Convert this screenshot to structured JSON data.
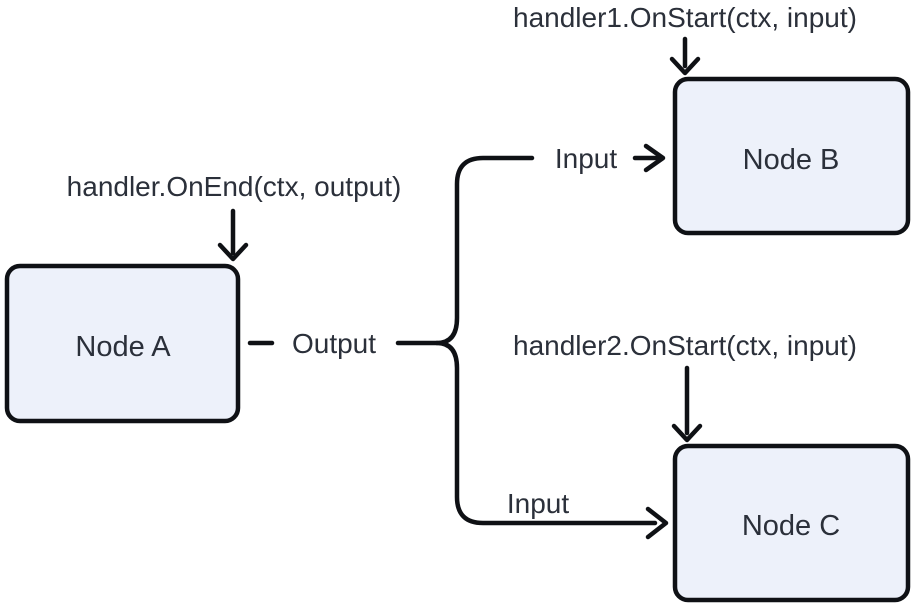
{
  "diagram": {
    "nodes": [
      {
        "label": "Node A"
      },
      {
        "label": "Node B"
      },
      {
        "label": "Node C"
      }
    ],
    "callbacks": {
      "node_a": "handler.OnEnd(ctx, output)",
      "node_b": "handler1.OnStart(ctx, input)",
      "node_c": "handler2.OnStart(ctx, input)"
    },
    "edges": {
      "output_label": "Output",
      "input_label_node_b": "Input",
      "input_label_node_c": "Input"
    },
    "colors": {
      "node_fill": "#edf1fa",
      "stroke": "#0f1115",
      "text": "#2b303a",
      "background": "#ffffff"
    }
  }
}
